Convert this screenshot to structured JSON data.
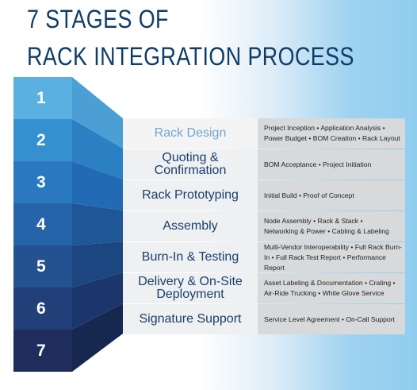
{
  "title": {
    "line1": "7 STAGES OF",
    "line2": "RACK INTEGRATION PROCESS"
  },
  "numbers": [
    "1",
    "2",
    "3",
    "4",
    "5",
    "6",
    "7"
  ],
  "colors": {
    "title": "#0f3d68",
    "numbers": [
      "#5bb0e2",
      "#3590cf",
      "#2a78c0",
      "#2763a8",
      "#24518f",
      "#223f79",
      "#1e2d5c"
    ],
    "bevels": [
      "#4b9fd4",
      "#2a80c2",
      "#226ab3",
      "#1f5698",
      "#1c4680",
      "#1a366a",
      "#16284f"
    ],
    "highlight_stage": "#6fa7cf"
  },
  "stages": [
    {
      "name": "Rack Design",
      "desc": [
        "Project Inception • Application Analysis •",
        "Power Budget • BOM Creation • Rack Layout"
      ]
    },
    {
      "name": "Quoting & Confirmation",
      "desc": [
        "BOM Acceptance • Project Initiation"
      ]
    },
    {
      "name": "Rack Prototyping",
      "desc": [
        "Initial Build • Proof of Concept"
      ]
    },
    {
      "name": "Assembly",
      "desc": [
        "Node Assembly • Rack & Stack •",
        "Networking & Power • Cabling & Labeling"
      ]
    },
    {
      "name": "Burn-In & Testing",
      "desc": [
        "Multi-Vendor Interoperability • Full Rack Burn-",
        "In • Full Rack Test Report • Performance Report"
      ]
    },
    {
      "name": "Delivery & On-Site Deployment",
      "name_lines": [
        "Delivery & On-Site",
        "Deployment"
      ],
      "desc": [
        "Asset Labeling & Documentation • Crating •",
        "Air-Ride Trucking • White Glove Service"
      ]
    },
    {
      "name": "Signature Support",
      "desc": [
        "Service Level Agreement • On-Call Support"
      ]
    }
  ]
}
